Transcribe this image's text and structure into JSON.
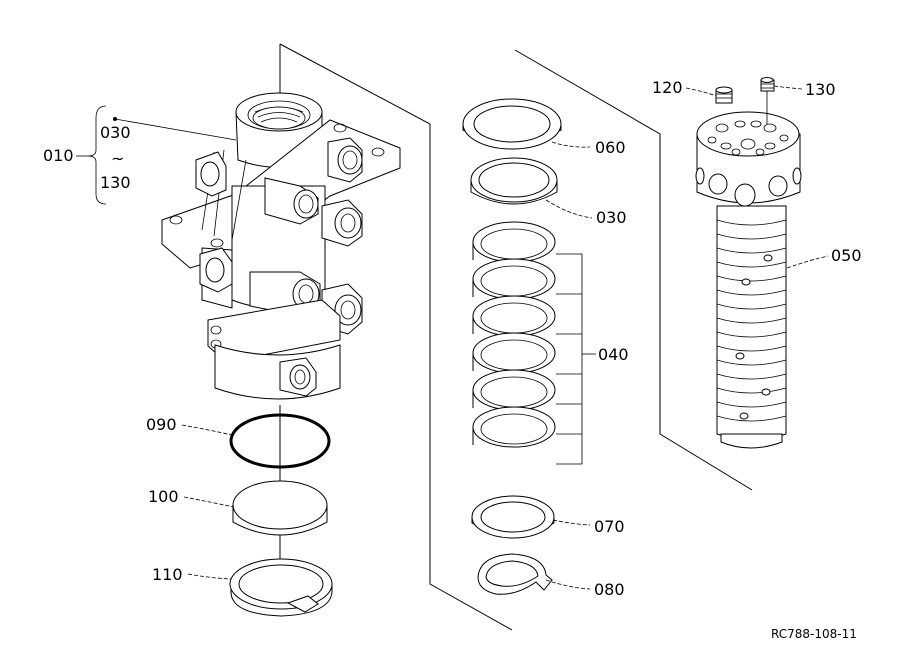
{
  "labels": {
    "p010": "010",
    "p030_range_start": "030",
    "p_range_tilde": "~",
    "p130_range_end": "130",
    "p060": "060",
    "p030": "030",
    "p040": "040",
    "p050": "050",
    "p120": "120",
    "p130": "130",
    "p090": "090",
    "p100": "100",
    "p110": "110",
    "p070": "070",
    "p080": "080"
  },
  "drawing_code": "RC788-108-11"
}
